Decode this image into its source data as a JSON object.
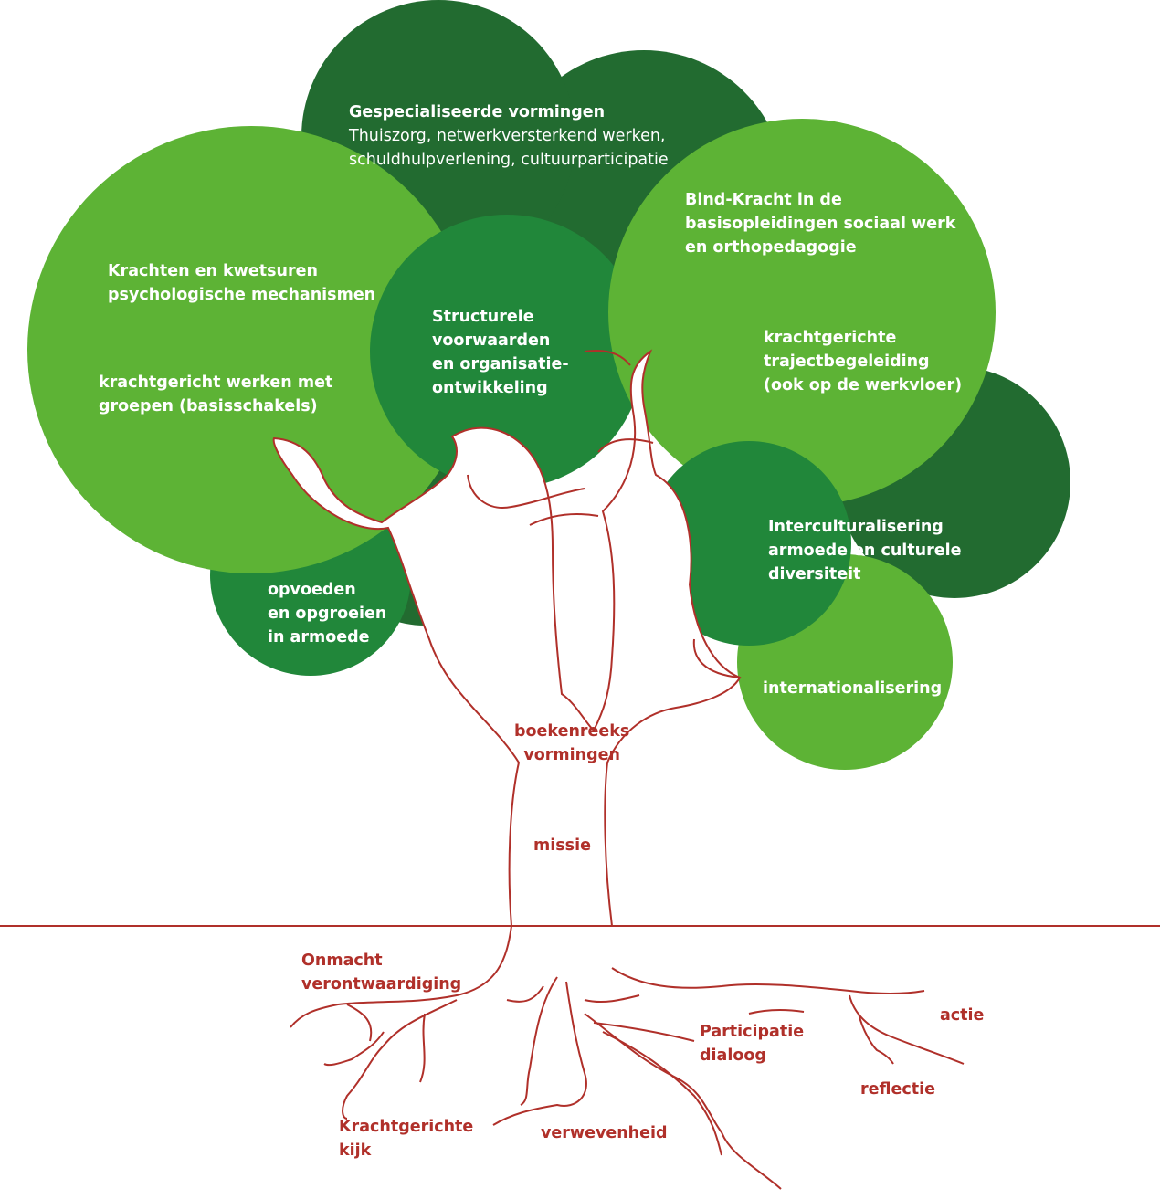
{
  "colors": {
    "dark_green": "#226b30",
    "mid_green": "#21873a",
    "light_green": "#5db335",
    "branch_red": "#b0302a",
    "label_white": "#ffffff"
  },
  "canopy": {
    "specialized": {
      "title": "Gespecialiseerde vormingen",
      "line1": "Thuiszorg, netwerkversterkend werken,",
      "line2": "schuldhulpverlening, cultuurparticipatie"
    },
    "krachten": {
      "line1": "Krachten en kwetsuren",
      "line2": "psychologische mechanismen"
    },
    "groepen": {
      "line1": "krachtgericht werken met",
      "line2": "groepen (basisschakels)"
    },
    "structurele": {
      "line1": "Structurele",
      "line2": "voorwaarden",
      "line3": "en organisatie-",
      "line4": "ontwikkeling"
    },
    "bindkracht": {
      "line1": "Bind-Kracht in de",
      "line2": "basisopleidingen sociaal werk",
      "line3": "en orthopedagogie"
    },
    "traject": {
      "line1": "krachtgerichte",
      "line2": "trajectbegeleiding",
      "line3": "(ook op de werkvloer)"
    },
    "intercultureel": {
      "line1": "Interculturalisering",
      "line2": "armoede en culturele",
      "line3": "diversiteit"
    },
    "opvoeden": {
      "line1": "opvoeden",
      "line2": "en opgroeien",
      "line3": "in armoede"
    },
    "internationalisering": "internationalisering"
  },
  "trunk": {
    "boekenreeks": {
      "line1": "boekenreeks",
      "line2": "vormingen"
    },
    "missie": "missie"
  },
  "roots": {
    "onmacht": {
      "line1": "Onmacht",
      "line2": "verontwaardiging"
    },
    "krachtgerichte_kijk": {
      "line1": "Krachtgerichte",
      "line2": "kijk"
    },
    "verwevenheid": "verwevenheid",
    "participatie": {
      "line1": "Participatie",
      "line2": "dialoog"
    },
    "actie": "actie",
    "reflectie": "reflectie"
  }
}
